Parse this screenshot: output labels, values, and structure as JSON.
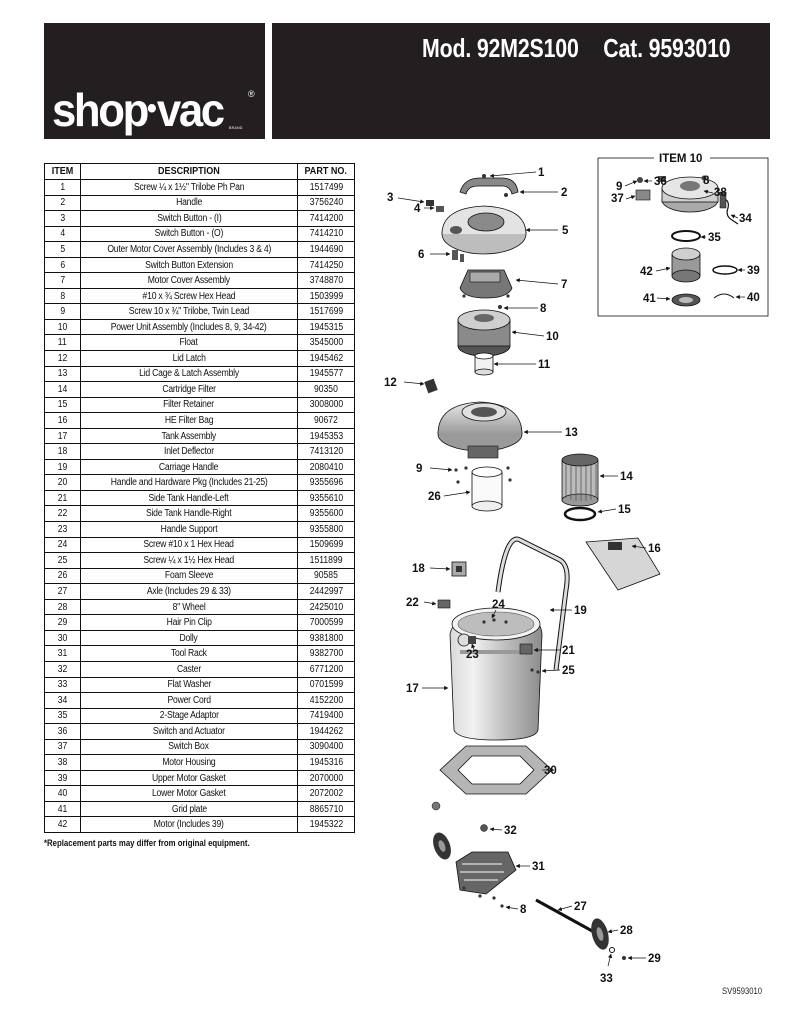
{
  "header": {
    "brand": "shop-vac",
    "brand_left": "shop",
    "brand_right": "vac",
    "brand_reg": "®",
    "brand_small": "BRAND",
    "model": "Mod. 92M2S100",
    "catalog": "Cat. 9593010"
  },
  "table": {
    "columns": [
      "ITEM",
      "DESCRIPTION",
      "PART NO."
    ],
    "rows": [
      [
        "1",
        "Screw ¼ x 1½\" Trilobe Ph Pan",
        "1517499"
      ],
      [
        "2",
        "Handle",
        "3756240"
      ],
      [
        "3",
        "Switch Button -  (I)",
        "7414200"
      ],
      [
        "4",
        "Switch Button -  (O)",
        "7414210"
      ],
      [
        "5",
        "Outer Motor Cover Assembly (Includes 3 & 4)",
        "1944690"
      ],
      [
        "6",
        "Switch Button Extension",
        "7414250"
      ],
      [
        "7",
        "Motor Cover Assembly",
        "3748870"
      ],
      [
        "8",
        "#10 x ¾ Screw Hex Head",
        "1503999"
      ],
      [
        "9",
        "Screw 10 x ¾\" Trilobe, Twin Lead",
        "1517699"
      ],
      [
        "10",
        "Power Unit Assembly (Includes 8, 9, 34-42)",
        "1945315"
      ],
      [
        "11",
        "Float",
        "3545000"
      ],
      [
        "12",
        "Lid Latch",
        "1945462"
      ],
      [
        "13",
        "Lid Cage & Latch Assembly",
        "1945577"
      ],
      [
        "14",
        "Cartridge Filter",
        "90350"
      ],
      [
        "15",
        "Filter Retainer",
        "3008000"
      ],
      [
        "16",
        "HE Filter Bag",
        "90672"
      ],
      [
        "17",
        "Tank Assembly",
        "1945353"
      ],
      [
        "18",
        "Inlet Deflector",
        "7413120"
      ],
      [
        "19",
        "Carriage Handle",
        "2080410"
      ],
      [
        "20",
        "Handle and Hardware Pkg (Includes 21-25)",
        "9355696"
      ],
      [
        "21",
        "Side Tank Handle-Left",
        "9355610"
      ],
      [
        "22",
        "Side Tank Handle-Right",
        "9355600"
      ],
      [
        "23",
        "Handle Support",
        "9355800"
      ],
      [
        "24",
        "Screw #10 x 1 Hex Head",
        "1509699"
      ],
      [
        "25",
        "Screw ¼ x 1½ Hex Head",
        "1511899"
      ],
      [
        "26",
        "Foam Sleeve",
        "90585"
      ],
      [
        "27",
        "Axle (Includes 29 & 33)",
        "2442997"
      ],
      [
        "28",
        "8\" Wheel",
        "2425010"
      ],
      [
        "29",
        "Hair Pin Clip",
        "7000599"
      ],
      [
        "30",
        "Dolly",
        "9381800"
      ],
      [
        "31",
        "Tool Rack",
        "9382700"
      ],
      [
        "32",
        "Caster",
        "6771200"
      ],
      [
        "33",
        "Flat Washer",
        "0701599"
      ],
      [
        "34",
        "Power Cord",
        "4152200"
      ],
      [
        "35",
        "2-Stage Adaptor",
        "7419400"
      ],
      [
        "36",
        "Switch and Actuator",
        "1944262"
      ],
      [
        "37",
        "Switch Box",
        "3090400"
      ],
      [
        "38",
        "Motor Housing",
        "1945316"
      ],
      [
        "39",
        "Upper Motor Gasket",
        "2070000"
      ],
      [
        "40",
        "Lower Motor Gasket",
        "2072002"
      ],
      [
        "41",
        "Grid plate",
        "8865710"
      ],
      [
        "42",
        "Motor (Includes 39)",
        "1945322"
      ]
    ]
  },
  "note": "*Replacement parts may differ from original equipment.",
  "inset": {
    "title": "ITEM  10"
  },
  "callouts": {
    "c1": "1",
    "c2": "2",
    "c3": "3",
    "c4": "4",
    "c5": "5",
    "c6": "6",
    "c7": "7",
    "c8": "8",
    "c9": "9",
    "c10": "10",
    "c11": "11",
    "c12": "12",
    "c13": "13",
    "c14": "14",
    "c15": "15",
    "c16": "16",
    "c17": "17",
    "c18": "18",
    "c19": "19",
    "c21": "21",
    "c22": "22",
    "c23": "23",
    "c24": "24",
    "c25": "25",
    "c26": "26",
    "c27": "27",
    "c28": "28",
    "c29": "29",
    "c30": "30",
    "c31": "31",
    "c32": "32",
    "c33": "33",
    "i8": "8",
    "i9": "9",
    "i34": "34",
    "i35": "35",
    "i36": "36",
    "i37": "37",
    "i38": "38",
    "i39": "39",
    "i40": "40",
    "i41": "41",
    "i42": "42"
  },
  "footer_code": "SV9593010"
}
